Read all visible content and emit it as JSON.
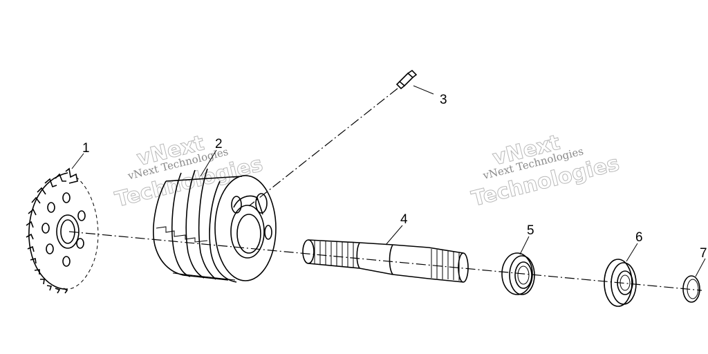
{
  "callouts": [
    "1",
    "2",
    "3",
    "4",
    "5",
    "6",
    "7"
  ],
  "watermark": {
    "line1": "vNext Technologies",
    "line2": "vNext",
    "line3": "Technologies"
  }
}
